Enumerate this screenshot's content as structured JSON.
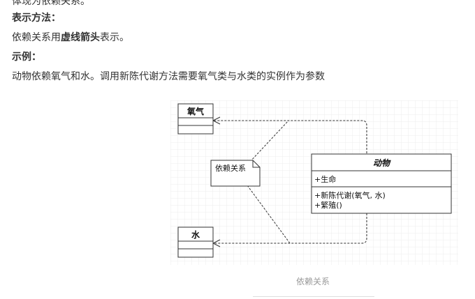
{
  "article": {
    "cut_line": "体现为依赖关系。",
    "heading_notation": "表示方法：",
    "notation_prefix": "依赖关系用",
    "notation_bold": "虚线箭头",
    "notation_suffix": "表示。",
    "heading_example": "示例：",
    "example_text": "动物依赖氧气和水。调用新陈代谢方法需要氧气类与水类的实例作为参数"
  },
  "diagram": {
    "class_oxygen": "氧气",
    "class_water": "水",
    "class_animal": "动物",
    "animal_attribute": "+生命",
    "animal_method_1": "+新陈代谢(氧气, 水)",
    "animal_method_2": "+繁殖()",
    "note_text": "依赖关系"
  },
  "caption": "依赖关系"
}
